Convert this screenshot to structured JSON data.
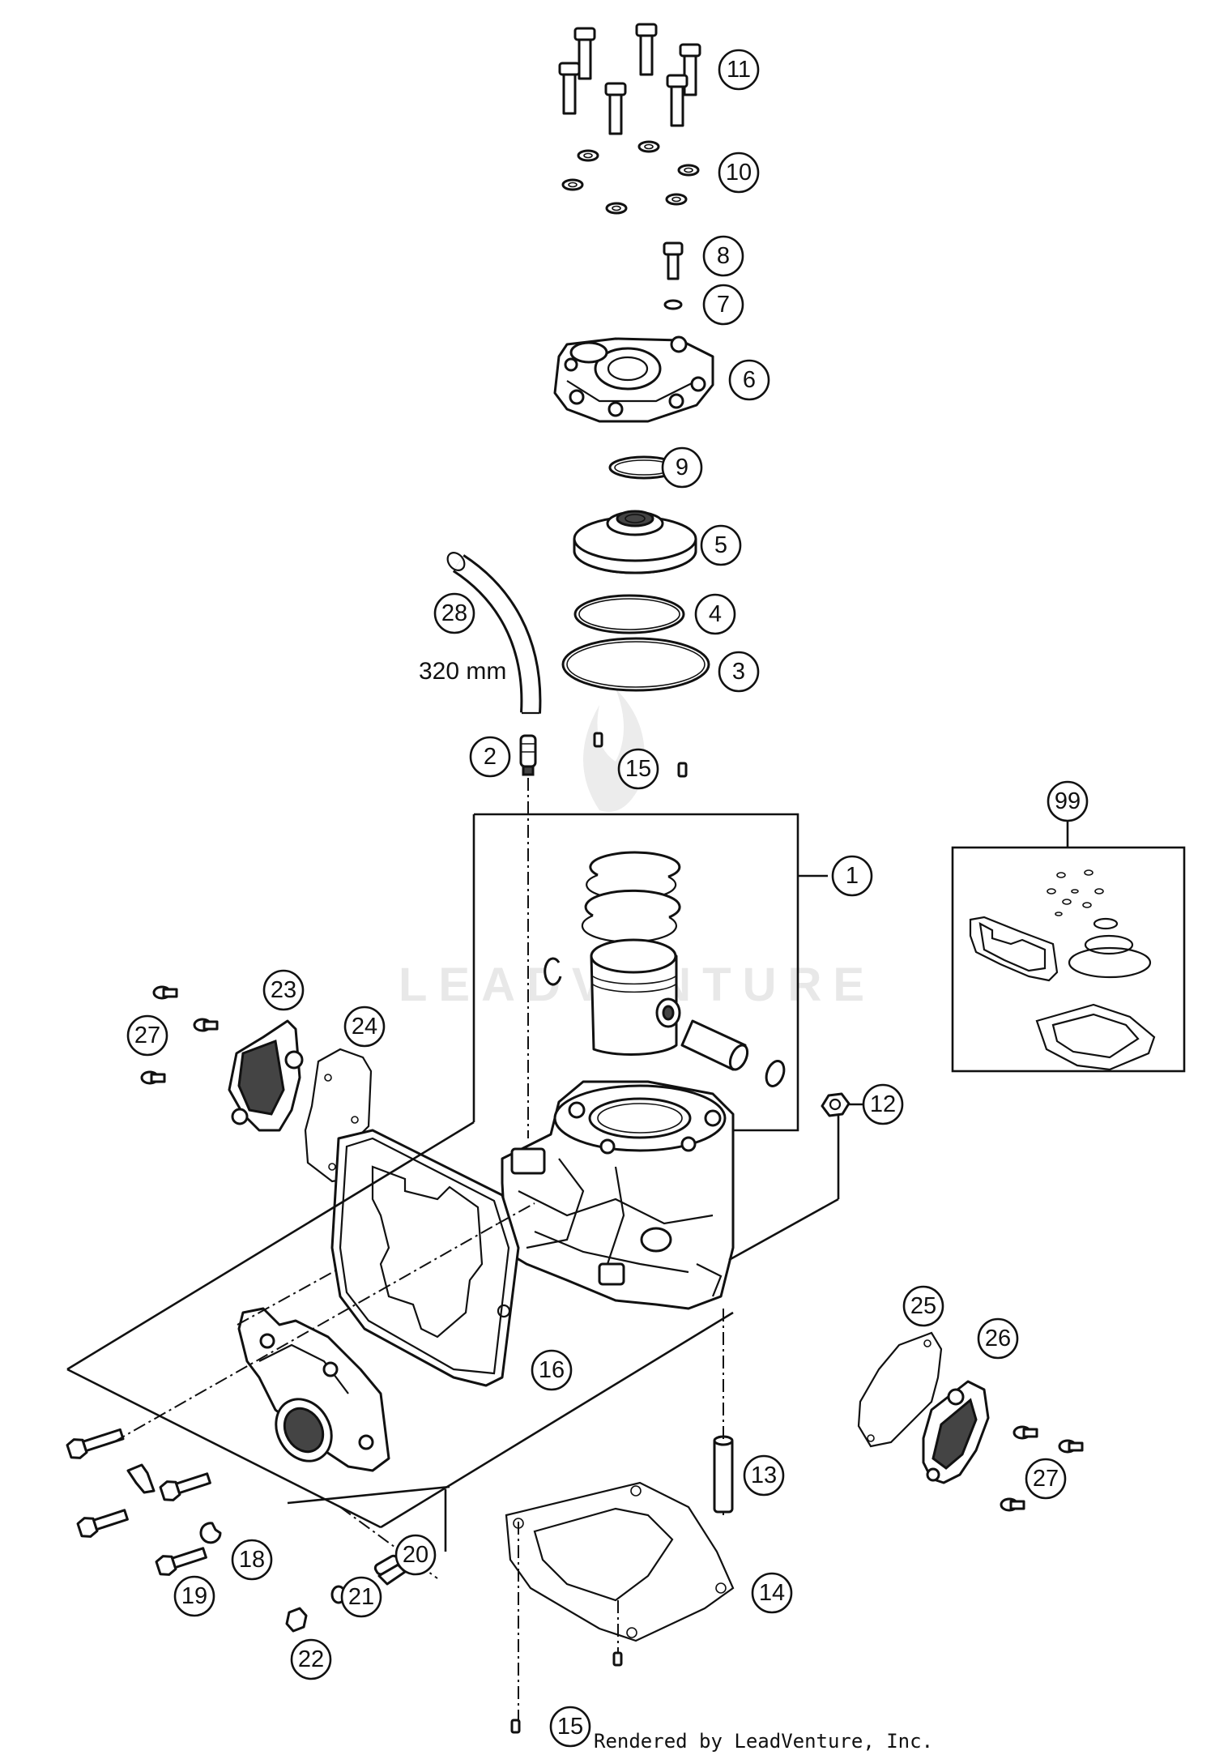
{
  "hose": {
    "length_label": "320 mm"
  },
  "watermark": "LEADVENTURE",
  "footer": {
    "credit": "Rendered by LeadVenture, Inc."
  },
  "callouts": {
    "c11": "11",
    "c10": "10",
    "c8": "8",
    "c7": "7",
    "c6": "6",
    "c9": "9",
    "c5": "5",
    "c4": "4",
    "c3": "3",
    "c28": "28",
    "c2": "2",
    "c15a": "15",
    "c1": "1",
    "c99": "99",
    "c23": "23",
    "c27a": "27",
    "c24": "24",
    "c12": "12",
    "c16": "16",
    "c25": "25",
    "c26": "26",
    "c27b": "27",
    "c13": "13",
    "c14": "14",
    "c18": "18",
    "c19": "19",
    "c20": "20",
    "c21": "21",
    "c22": "22",
    "c15b": "15"
  }
}
